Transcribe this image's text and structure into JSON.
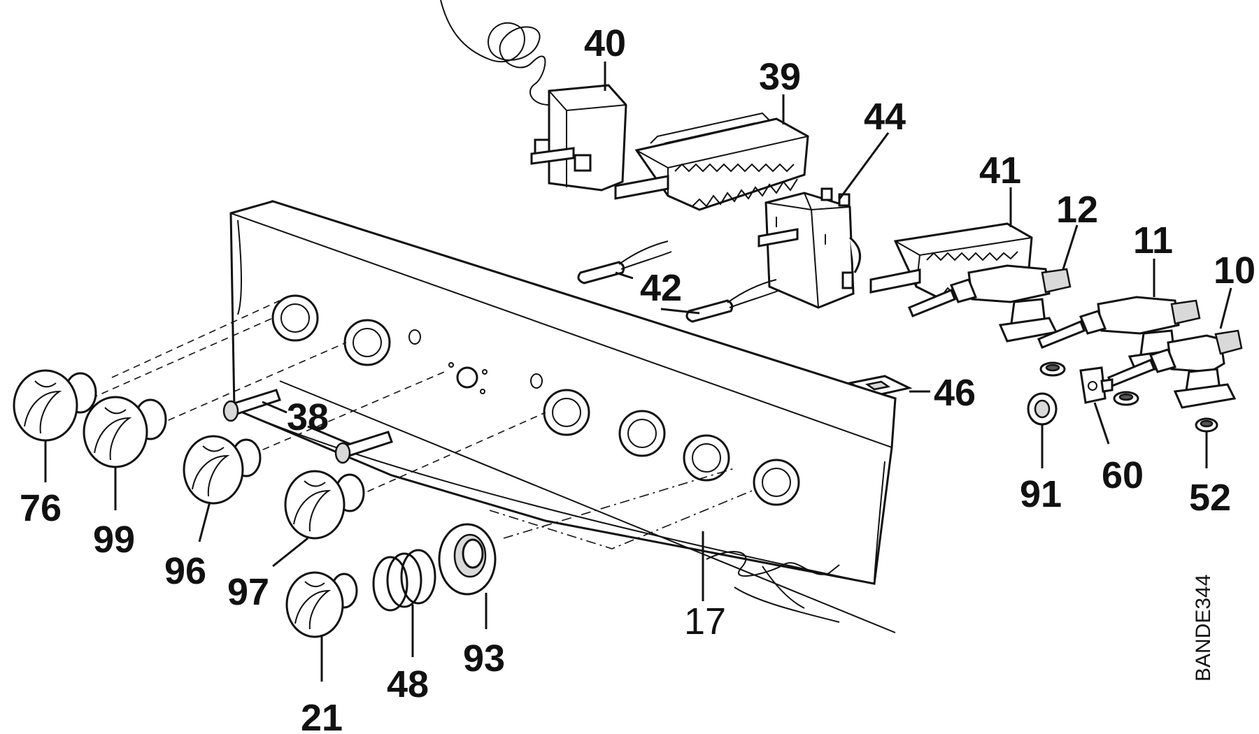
{
  "diagram": {
    "drawing_code": "BANDE344",
    "callouts": [
      {
        "id": "c40",
        "text": "40"
      },
      {
        "id": "c39",
        "text": "39"
      },
      {
        "id": "c44",
        "text": "44"
      },
      {
        "id": "c41",
        "text": "41"
      },
      {
        "id": "c12",
        "text": "12"
      },
      {
        "id": "c11",
        "text": "11"
      },
      {
        "id": "c10",
        "text": "10"
      },
      {
        "id": "c42",
        "text": "42"
      },
      {
        "id": "c46",
        "text": "46"
      },
      {
        "id": "c38",
        "text": "38"
      },
      {
        "id": "c76",
        "text": "76"
      },
      {
        "id": "c99",
        "text": "99"
      },
      {
        "id": "c96",
        "text": "96"
      },
      {
        "id": "c97",
        "text": "97"
      },
      {
        "id": "c21",
        "text": "21"
      },
      {
        "id": "c48",
        "text": "48"
      },
      {
        "id": "c93",
        "text": "93"
      },
      {
        "id": "c17",
        "text": "17"
      },
      {
        "id": "c91",
        "text": "91"
      },
      {
        "id": "c60",
        "text": "60"
      },
      {
        "id": "c52",
        "text": "52"
      }
    ]
  }
}
